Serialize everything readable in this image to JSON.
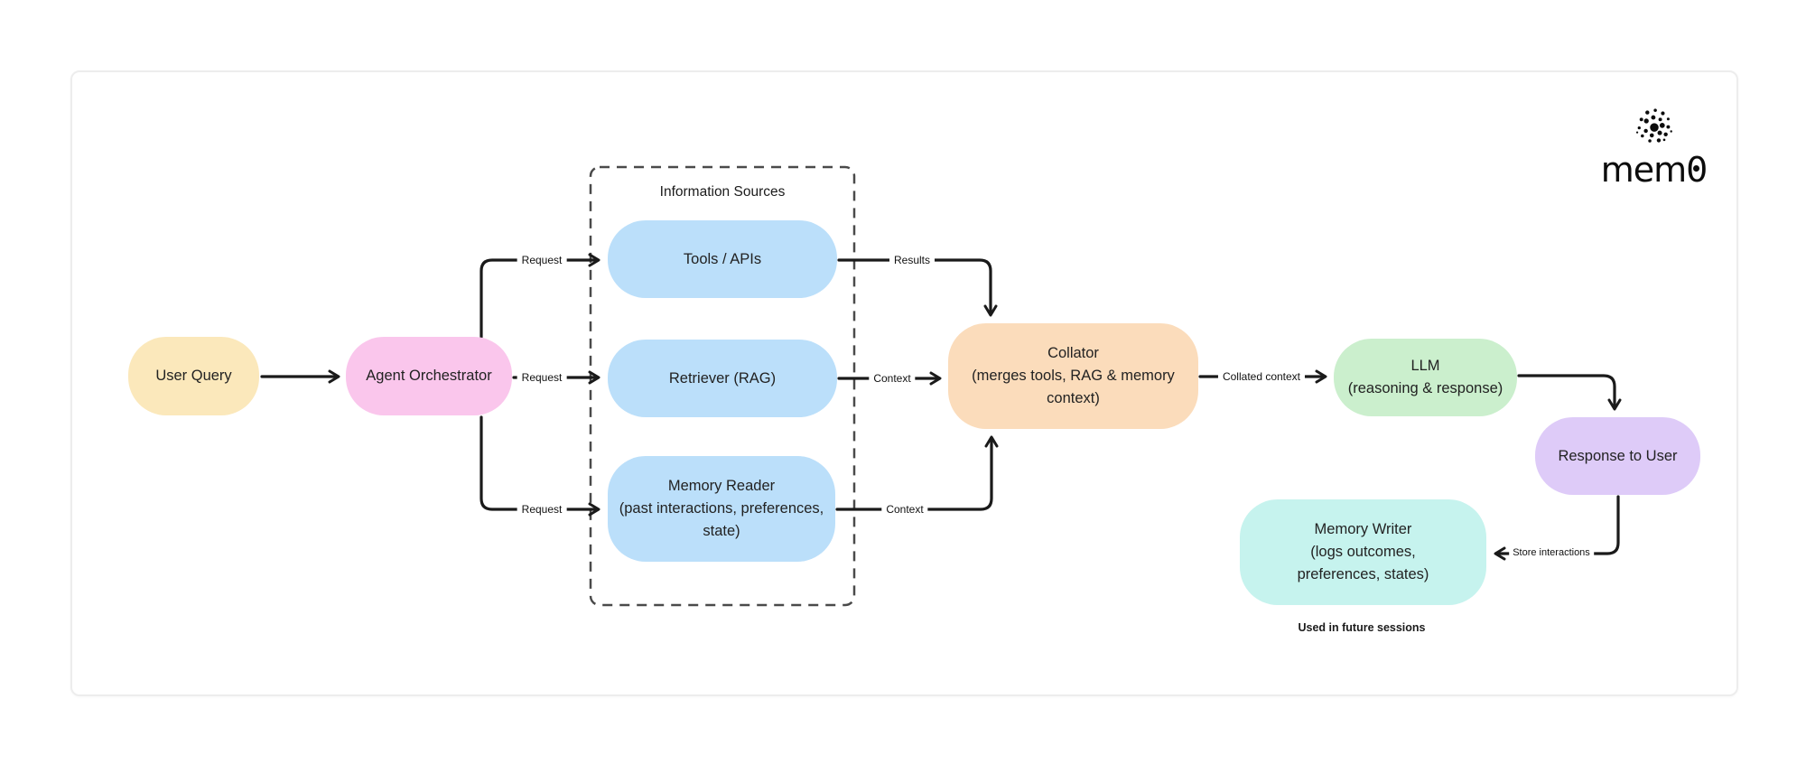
{
  "page": {
    "background": "#ffffff",
    "card_border": "#ededed"
  },
  "logo": {
    "name": "mem0",
    "text_mem": "mem",
    "text_zero": "0"
  },
  "diagram": {
    "container_title": "Information Sources",
    "stroke_color": "#1a1a1a",
    "dashed_border_color": "#4a4a4a",
    "nodes": {
      "user_query": {
        "lines": [
          "User Query"
        ],
        "color": "#FBE8BB"
      },
      "agent_orchestrator": {
        "lines": [
          "Agent Orchestrator"
        ],
        "color": "#FAC6EC"
      },
      "tools_apis": {
        "lines": [
          "Tools / APIs"
        ],
        "color": "#BBDFFA"
      },
      "retriever": {
        "lines": [
          "Retriever (RAG)"
        ],
        "color": "#BBDFFA"
      },
      "memory_reader": {
        "lines": [
          "Memory Reader",
          "(past interactions, preferences,",
          "state)"
        ],
        "color": "#BBDFFA"
      },
      "collator": {
        "lines": [
          "Collator",
          "(merges tools, RAG & memory",
          "context)"
        ],
        "color": "#FBDCBB"
      },
      "llm": {
        "lines": [
          "LLM",
          "(reasoning & response)"
        ],
        "color": "#CBEFCD"
      },
      "response_to_user": {
        "lines": [
          "Response to User"
        ],
        "color": "#DECBF8"
      },
      "memory_writer": {
        "lines": [
          "Memory Writer",
          "(logs outcomes,",
          "preferences, states)"
        ],
        "color": "#C6F3EE"
      }
    },
    "edge_labels": {
      "request_top": "Request",
      "request_mid": "Request",
      "request_bottom": "Request",
      "results": "Results",
      "context_mid": "Context",
      "context_bottom": "Context",
      "collated_context": "Collated context",
      "store_line1": "Store",
      "store_line2": "interactions"
    },
    "footnote": "Used in future sessions"
  }
}
